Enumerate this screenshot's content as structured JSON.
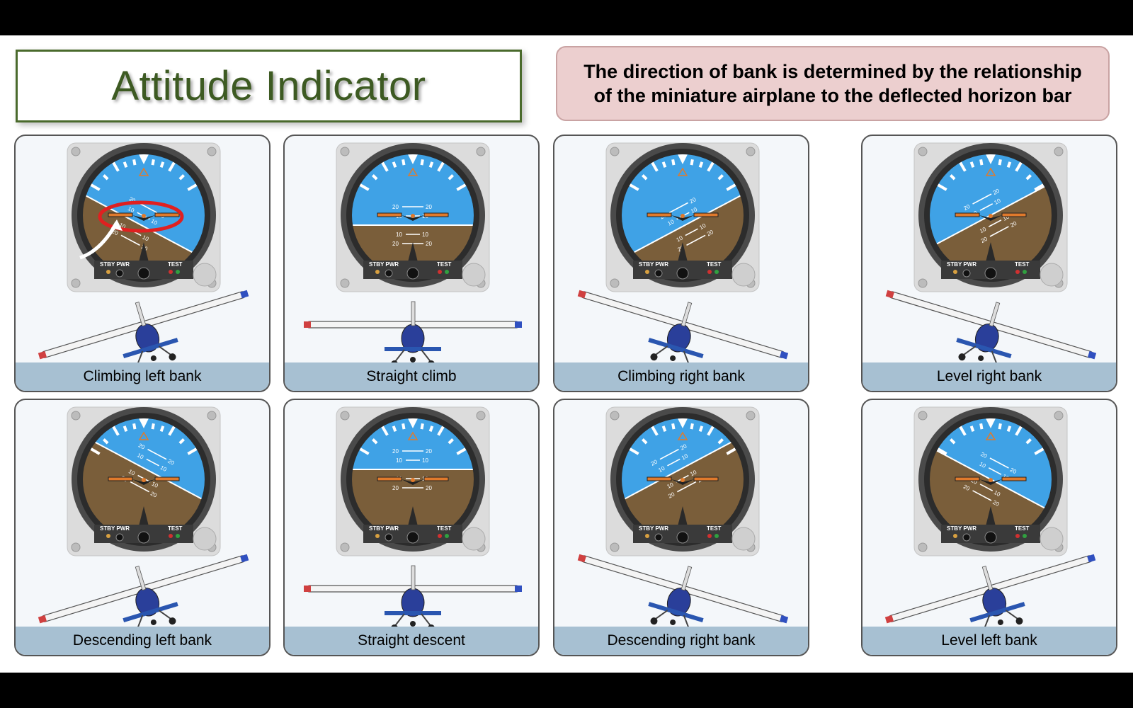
{
  "title": "Attitude Indicator",
  "note": {
    "line1": "The direction of bank is determined by the relationship",
    "line2": "of the miniature airplane to the deflected horizon bar"
  },
  "instrument_labels": {
    "stby_pwr": "STBY PWR",
    "test": "TEST",
    "pitch_10": "10",
    "pitch_20": "20"
  },
  "panels": [
    {
      "caption": "Climbing left bank",
      "bank": "left",
      "pitch": "climb",
      "highlighted": true
    },
    {
      "caption": "Straight climb",
      "bank": "none",
      "pitch": "climb"
    },
    {
      "caption": "Climbing right bank",
      "bank": "right",
      "pitch": "climb"
    },
    {
      "caption": "Level right bank",
      "bank": "right",
      "pitch": "level"
    },
    {
      "caption": "Descending left bank",
      "bank": "left",
      "pitch": "descend"
    },
    {
      "caption": "Straight descent",
      "bank": "none",
      "pitch": "descend"
    },
    {
      "caption": "Descending right bank",
      "bank": "right",
      "pitch": "descend"
    },
    {
      "caption": "Level left bank",
      "bank": "left",
      "pitch": "level"
    }
  ],
  "colors": {
    "sky": "#3fa2e6",
    "ground": "#7a5e3a",
    "bezel": "#4a4a4a",
    "highlight": "#e02020",
    "caption_band": "#a7c0d2",
    "title_border": "#4a6a2c"
  }
}
